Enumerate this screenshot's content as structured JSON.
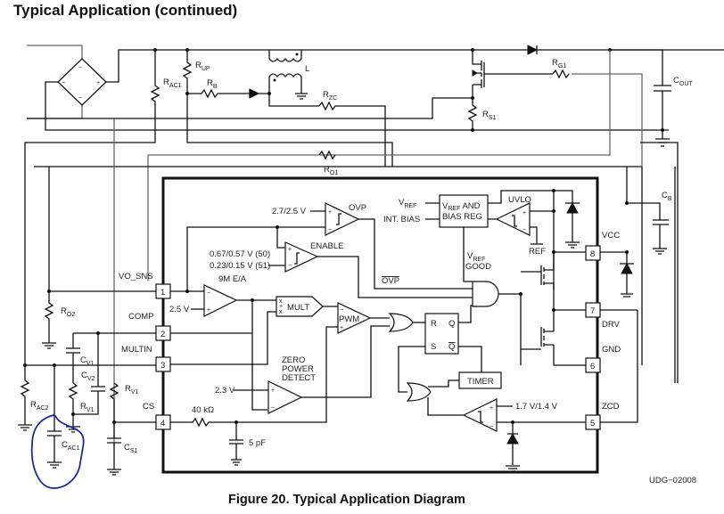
{
  "header": {
    "title": "Typical Application  (continued)"
  },
  "caption": "Figure 20.  Typical Application Diagram",
  "drawing_id": "UDG−02008",
  "components": {
    "r_up": "R",
    "r_up_sub": "UP",
    "r_ac1": "R",
    "r_ac1_sub": "AC1",
    "r_b": "R",
    "r_b_sub": "B",
    "inductor": "L",
    "r_zc": "R",
    "r_zc_sub": "ZC",
    "r_g1": "R",
    "r_g1_sub": "G1",
    "c_out": "C",
    "c_out_sub": "OUT",
    "r_s1": "R",
    "r_s1_sub": "S1",
    "r_o1": "R",
    "r_o1_sub": "O1",
    "c_b": "C",
    "c_b_sub": "B",
    "r_o2": "R",
    "r_o2_sub": "O2",
    "c_v1": "C",
    "c_v1_sub": "V1",
    "c_v2": "C",
    "c_v2_sub": "V2",
    "r_v1a": "R",
    "r_v1a_sub": "V1",
    "r_v1b": "R",
    "r_v1b_sub": "V1",
    "r_ac2": "R",
    "r_ac2_sub": "AC2",
    "c_ac1": "C",
    "c_ac1_sub": "AC1",
    "c_s1": "C",
    "c_s1_sub": "S1",
    "r_40k": "40 kΩ",
    "c_5p": "5 pF"
  },
  "pins": [
    {
      "num": "1",
      "name": "VO_SNS"
    },
    {
      "num": "2",
      "name": "COMP"
    },
    {
      "num": "3",
      "name": "MULTIN"
    },
    {
      "num": "4",
      "name": "CS"
    },
    {
      "num": "5",
      "name": "ZCD"
    },
    {
      "num": "6",
      "name": "GND"
    },
    {
      "num": "7",
      "name": "DRV"
    },
    {
      "num": "8",
      "name": "VCC"
    }
  ],
  "internal": {
    "ovp_ref": "2.7/2.5 V",
    "ovp_label": "OVP",
    "ovp_bar": "OVP",
    "enable_label": "ENABLE",
    "enable_ref1": "0.67/0.57 V (50)",
    "enable_ref2": "0.23/0.15 V (51)",
    "ea_label": "9M E/A",
    "ea_ref": "2.5 V",
    "mult_label": "MULT",
    "pwm_label": "PWM",
    "zpd_line1": "ZERO",
    "zpd_line2": "POWER",
    "zpd_line3": "DETECT",
    "zpd_ref": "2.3 V",
    "vref_in": "V",
    "vref_in_sub": "REF",
    "int_bias": "INT. BIAS",
    "bias_reg_line1": "V",
    "bias_reg_line1_sub": "REF",
    "bias_reg_line1_rest": " AND",
    "bias_reg_line2": "BIAS REG",
    "uvlo_label": "UVLO",
    "ref_label": "REF",
    "vref_good_line1": "V",
    "vref_good_sub": "REF",
    "vref_good_line2": "GOOD",
    "latch_r": "R",
    "latch_s": "S",
    "latch_q": "Q",
    "latch_qbar": "Q",
    "timer_label": "TIMER",
    "zcd_ref": "1.7 V/1.4 V"
  },
  "annotation_color": "#1a2a9a"
}
